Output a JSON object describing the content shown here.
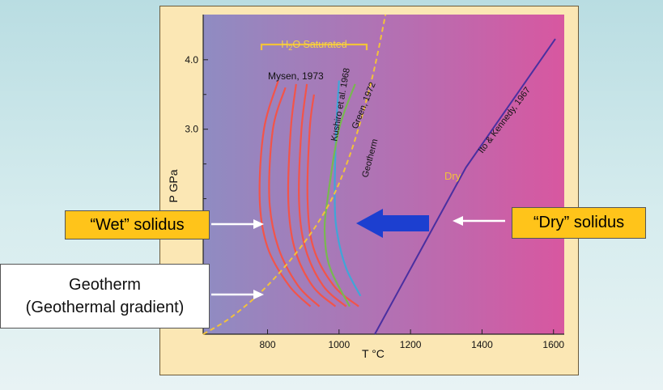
{
  "callouts": {
    "wet_solidus": "“Wet” solidus",
    "dry_solidus": "“Dry” solidus",
    "geotherm_line1": "Geotherm",
    "geotherm_line2": "(Geothermal gradient)"
  },
  "chart_data": {
    "type": "line",
    "xlabel": "T °C",
    "ylabel": "P GPa",
    "xlim": [
      620,
      1630
    ],
    "ylim": [
      0.05,
      4.65
    ],
    "xticks": [
      800,
      1000,
      1200,
      1400,
      1600
    ],
    "yticks": [
      4.0,
      3.0
    ],
    "ytick_labels": [
      "4.0",
      "3.0"
    ],
    "minor_yticks": [
      0.5,
      1.0,
      1.5,
      2.0,
      2.5,
      3.5
    ],
    "grid": false,
    "bracket_label": "H2O Saturated",
    "colors": {
      "background_left": "#8f8cc2",
      "background_right": "#d857a0",
      "wet_solidus": "#f2544a",
      "kushiro": "#3fa6d8",
      "green": "#78b850",
      "geotherm": "#f2c23a",
      "dry_solidus": "#4a2fa0",
      "big_arrow": "#1c3fd0"
    },
    "series": [
      {
        "name": "Mysen, 1973",
        "kind": "wet",
        "points": [
          [
            830,
            3.7
          ],
          [
            790,
            3.0
          ],
          [
            778,
            2.0
          ],
          [
            800,
            1.3
          ],
          [
            860,
            0.75
          ],
          [
            920,
            0.45
          ]
        ]
      },
      {
        "kind": "wet",
        "points": [
          [
            850,
            3.6
          ],
          [
            815,
            3.0
          ],
          [
            805,
            2.0
          ],
          [
            830,
            1.3
          ],
          [
            885,
            0.75
          ],
          [
            945,
            0.45
          ]
        ]
      },
      {
        "kind": "wet",
        "points": [
          [
            880,
            3.65
          ],
          [
            865,
            3.0
          ],
          [
            858,
            2.0
          ],
          [
            875,
            1.3
          ],
          [
            925,
            0.75
          ],
          [
            990,
            0.45
          ]
        ]
      },
      {
        "kind": "wet",
        "points": [
          [
            910,
            3.65
          ],
          [
            895,
            3.0
          ],
          [
            888,
            2.0
          ],
          [
            905,
            1.3
          ],
          [
            955,
            0.75
          ],
          [
            1020,
            0.45
          ]
        ]
      },
      {
        "kind": "wet",
        "points": [
          [
            930,
            3.5
          ],
          [
            918,
            3.0
          ],
          [
            912,
            2.0
          ],
          [
            928,
            1.3
          ],
          [
            985,
            0.75
          ],
          [
            1055,
            0.45
          ]
        ]
      },
      {
        "name": "Kushiro et al. 1968",
        "kind": "kushiro",
        "points": [
          [
            1000,
            3.7
          ],
          [
            992,
            3.0
          ],
          [
            988,
            2.0
          ],
          [
            995,
            1.5
          ],
          [
            1020,
            1.0
          ],
          [
            1060,
            0.6
          ]
        ]
      },
      {
        "name": "Green, 1972",
        "kind": "green",
        "points": [
          [
            1045,
            3.65
          ],
          [
            1000,
            3.0
          ],
          [
            968,
            2.0
          ],
          [
            960,
            1.5
          ],
          [
            975,
            1.0
          ],
          [
            1030,
            0.45
          ]
        ]
      },
      {
        "name": "Geotherm",
        "kind": "geotherm",
        "points": [
          [
            620,
            0.05
          ],
          [
            700,
            0.3
          ],
          [
            800,
            0.75
          ],
          [
            900,
            1.35
          ],
          [
            975,
            1.95
          ],
          [
            1025,
            2.55
          ],
          [
            1065,
            3.2
          ],
          [
            1100,
            3.9
          ],
          [
            1130,
            4.65
          ]
        ]
      },
      {
        "name": "Ito & Kennedy, 1967",
        "kind": "dry",
        "points": [
          [
            1100,
            0.05
          ],
          [
            1355,
            2.45
          ],
          [
            1605,
            4.3
          ]
        ]
      }
    ],
    "annotations": {
      "mysen": "Mysen, 1973",
      "kushiro": "Kushiro et al. 1968",
      "green": "Green, 1972",
      "geotherm": "Geotherm",
      "dry": "Dry",
      "ito": "Ito & Kennedy, 1967"
    }
  }
}
